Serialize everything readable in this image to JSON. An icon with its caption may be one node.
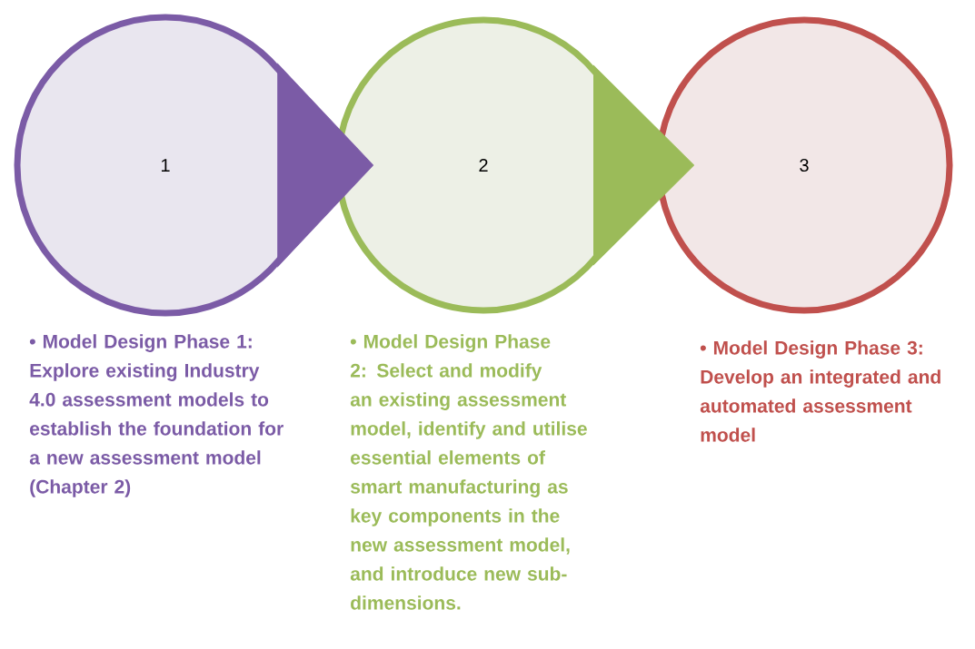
{
  "diagram": {
    "nodes": [
      {
        "text": [
          "1"
        ],
        "beside": [
          "• Model Design Phase 1: Explore existing Industry 4.0 assessment models to establish the foundation for a new assessment model (Chapter 2)"
        ]
      },
      {
        "text": [
          "2"
        ],
        "beside": [
          "• Model Design Phase 2: Select and modify an existing assessment model, identify and utilise essential elements of smart manufacturing as key components in the new assessment model, and introduce new sub-dimensions."
        ]
      },
      {
        "text": [
          "3"
        ],
        "beside": [
          "• Model Design Phase 3: Develop an integrated and automated assessment model"
        ]
      }
    ],
    "edges": [
      {
        "from": 0,
        "to": 1,
        "arrow": "to"
      },
      {
        "from": 1,
        "to": 2,
        "arrow": "to"
      }
    ]
  }
}
